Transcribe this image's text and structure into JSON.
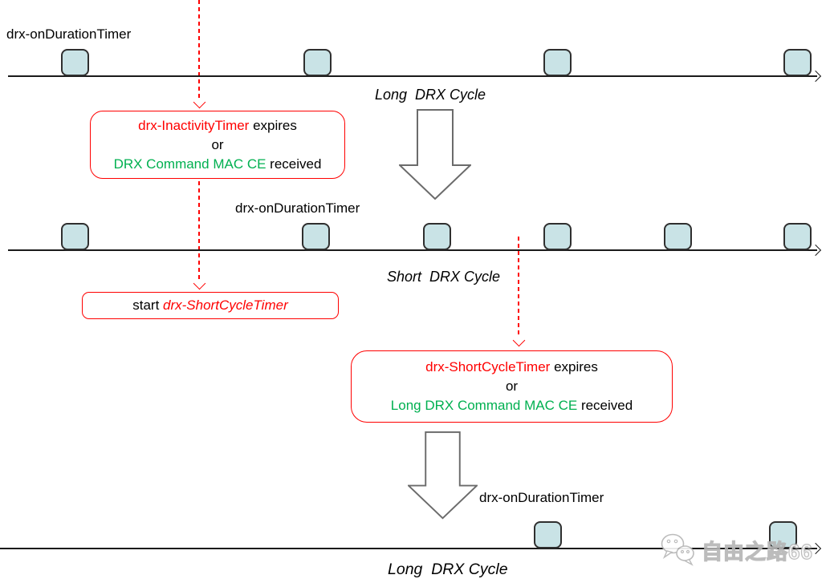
{
  "labels": {
    "on_duration_timer": "drx-onDurationTimer",
    "long_drx_cycle": "Long  DRX Cycle",
    "short_drx_cycle": "Short  DRX Cycle"
  },
  "event_box_1": {
    "timer": "drx-InactivityTimer",
    "suffix_expires": " expires",
    "or": "or",
    "event": "DRX Command MAC CE",
    "suffix_received": " received"
  },
  "action_box": {
    "prefix": "start ",
    "timer": "drx-ShortCycleTimer"
  },
  "event_box_2": {
    "timer": "drx-ShortCycleTimer",
    "suffix_expires": " expires",
    "or": "or",
    "event": "Long DRX Command MAC CE",
    "suffix_received": " received"
  },
  "watermark": {
    "text": "自由之路66",
    "icon": "wechat-logo"
  },
  "timelines": [
    {
      "name": "long-drx-initial",
      "cycle_label": "Long DRX Cycle",
      "on_duration_bursts": 4
    },
    {
      "name": "short-drx",
      "cycle_label": "Short DRX Cycle",
      "on_duration_bursts": 6
    },
    {
      "name": "long-drx-resumed",
      "cycle_label": "Long DRX Cycle",
      "on_duration_bursts": 2
    }
  ],
  "colors": {
    "accent_red": "#ff0000",
    "accent_green": "#00b050",
    "burst_fill": "#c9e3e6",
    "burst_border": "#2f2f2f",
    "timeline": "#1a1a1a",
    "big_arrow_outline": "#6b6b6b",
    "watermark_gray": "#b5b5b5"
  }
}
